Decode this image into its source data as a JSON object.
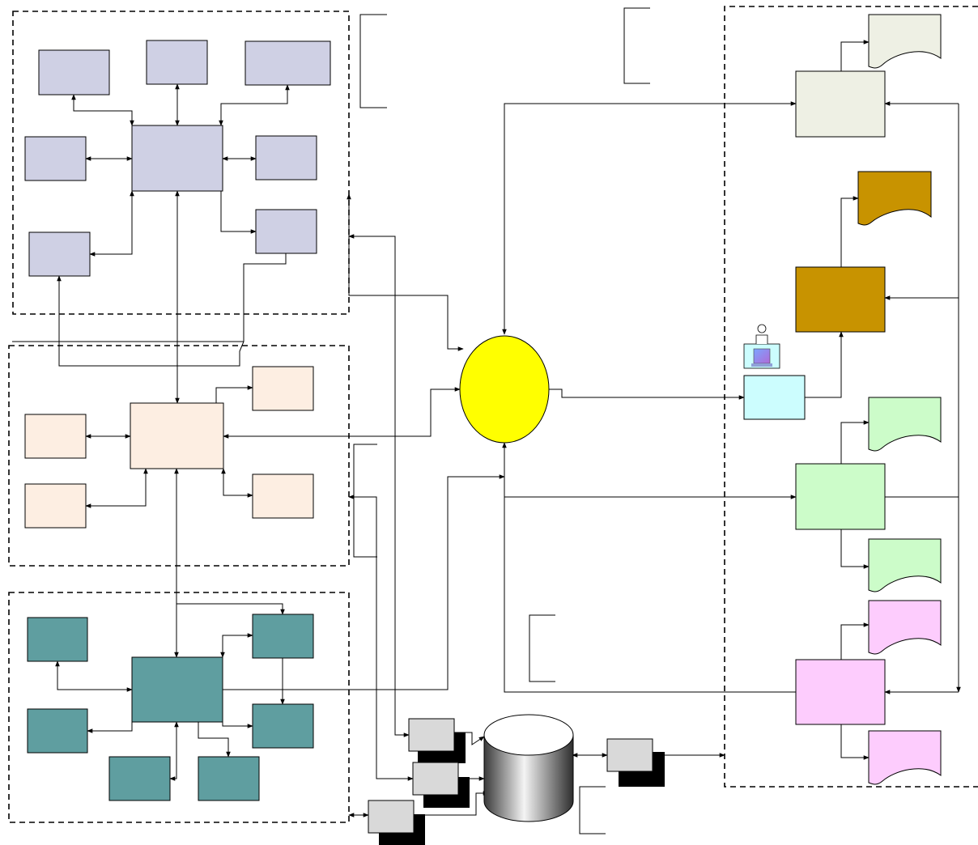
{
  "diagram": {
    "title": "",
    "caption": "",
    "groups": [
      {
        "id": "top-left-group",
        "label": ""
      },
      {
        "id": "middle-left-group",
        "label": ""
      },
      {
        "id": "bottom-left-group",
        "label": ""
      },
      {
        "id": "right-output-group",
        "label": ""
      }
    ],
    "hub": {
      "label": ""
    },
    "database": {
      "label": ""
    },
    "colors": {
      "lavender": "#cfd0e4",
      "peach": "#fdeee2",
      "teal": "#5f9ea0",
      "beige": "#eef0e4",
      "gold": "#c89300",
      "cyan": "#ccfdfe",
      "green": "#ccfcc9",
      "pink": "#fdccfd",
      "grey": "#d9d9d9",
      "hub_yellow": "#ffff00"
    },
    "icons": [
      "user-computer-icon",
      "database-cylinder-icon"
    ]
  }
}
